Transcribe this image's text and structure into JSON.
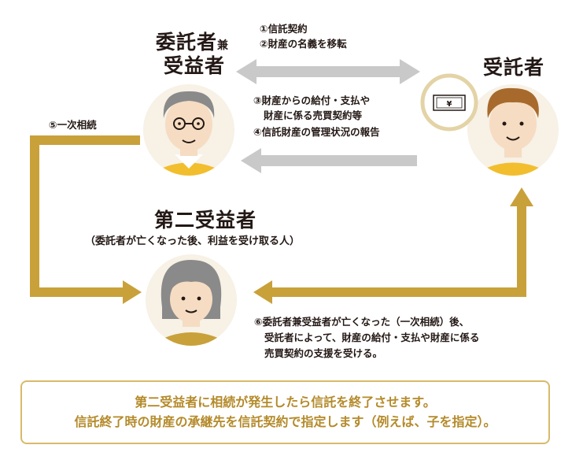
{
  "settlor": {
    "name": "委託者",
    "suffix": "兼",
    "line2": "受益者"
  },
  "trustee": {
    "name": "受託者"
  },
  "second_beneficiary": {
    "name": "第二受益者",
    "note": "（委託者が亡くなった後、利益を受け取る人）"
  },
  "steps": {
    "s1": "①信託契約",
    "s2": "②財産の名義を移転",
    "s3a": "③財産からの給付・支払や",
    "s3b": "財産に係る売買契約等",
    "s4": "④信託財産の管理状況の報告",
    "s5": "⑤一次相続",
    "s6a": "⑥委託者兼受益者が亡くなった（一次相続）後、",
    "s6b": "受託者によって、財産の給付・支払や財産に係る",
    "s6c": "売買契約の支援を受ける。"
  },
  "money_symbol": "¥",
  "summary": {
    "line1": "第二受益者に相続が発生したら信託を終了させます。",
    "line2": "信託終了時の財産の承継先を信託契約で指定します（例えば、子を指定）。"
  },
  "colors": {
    "gold": "#c9a13a",
    "gray_arrow": "#c9c9c9",
    "skin": "#f6dcc2",
    "hair_gray": "#8a8a8a",
    "hair_brown": "#a86a2c",
    "cream": "#f7f1e6"
  }
}
